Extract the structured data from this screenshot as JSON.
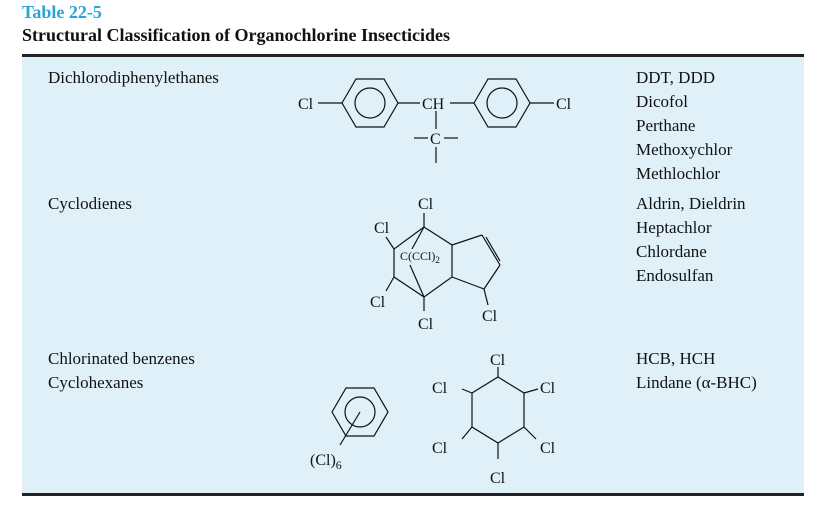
{
  "table": {
    "number": "Table 22-5",
    "title": "Structural Classification of Organochlorine Insecticides"
  },
  "rows": [
    {
      "classes": [
        "Dichlorodiphenylethanes"
      ],
      "examples": [
        "DDT, DDD",
        "Dicofol",
        "Perthane",
        "Methoxychlor",
        "Methlochlor"
      ]
    },
    {
      "classes": [
        "Cyclodienes"
      ],
      "examples": [
        "Aldrin, Dieldrin",
        "Heptachlor",
        "Chlordane",
        "Endosulfan"
      ]
    },
    {
      "classes": [
        "Chlorinated benzenes",
        "Cyclohexanes"
      ],
      "examples": [
        "HCB, HCH",
        "Lindane (α-BHC)"
      ]
    }
  ],
  "structures": {
    "ddt": {
      "cl": "Cl",
      "ch": "CH",
      "c": "C"
    },
    "cyclodiene": {
      "cl": "Cl",
      "bridge": "C(CCl)",
      "bridge_sub": "2"
    },
    "benzene": {
      "sub": "(Cl)",
      "sub_n": "6"
    },
    "hch": {
      "cl": "Cl"
    }
  }
}
